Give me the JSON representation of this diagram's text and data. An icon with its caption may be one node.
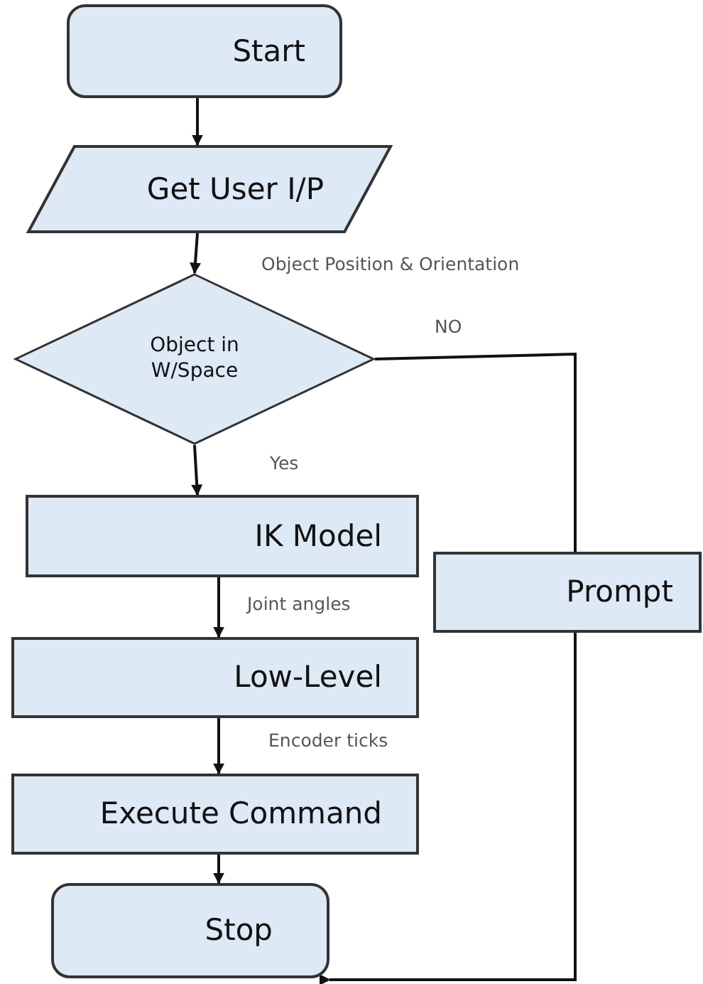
{
  "diagram": {
    "nodes": [
      {
        "text": [
          "Start"
        ]
      },
      {
        "text": [
          "Get User I/P"
        ]
      },
      {
        "text": [
          "Object in W/Space"
        ]
      },
      {
        "text": [
          "IK Model"
        ]
      },
      {
        "text": [
          "Prompt"
        ]
      },
      {
        "text": [
          "Low-Level"
        ]
      },
      {
        "text": [
          "Execute Command"
        ]
      },
      {
        "text": [
          "Stop"
        ]
      }
    ],
    "edges": [
      {
        "from": 0,
        "to": 1,
        "arrow": "to"
      },
      {
        "from": 1,
        "to": 2,
        "arrow": "to",
        "label": "Object Position & Orientation"
      },
      {
        "from": 2,
        "to": 3,
        "arrow": "to",
        "label": "Yes"
      },
      {
        "from": 2,
        "to": 4,
        "arrow": "none",
        "label": "NO"
      },
      {
        "from": 3,
        "to": 5,
        "arrow": "to",
        "label": "Joint angles"
      },
      {
        "from": 5,
        "to": 6,
        "arrow": "to",
        "label": "Encoder ticks"
      },
      {
        "from": 6,
        "to": 7,
        "arrow": "to"
      },
      {
        "from": 4,
        "to": 7,
        "arrow": "to"
      }
    ]
  }
}
